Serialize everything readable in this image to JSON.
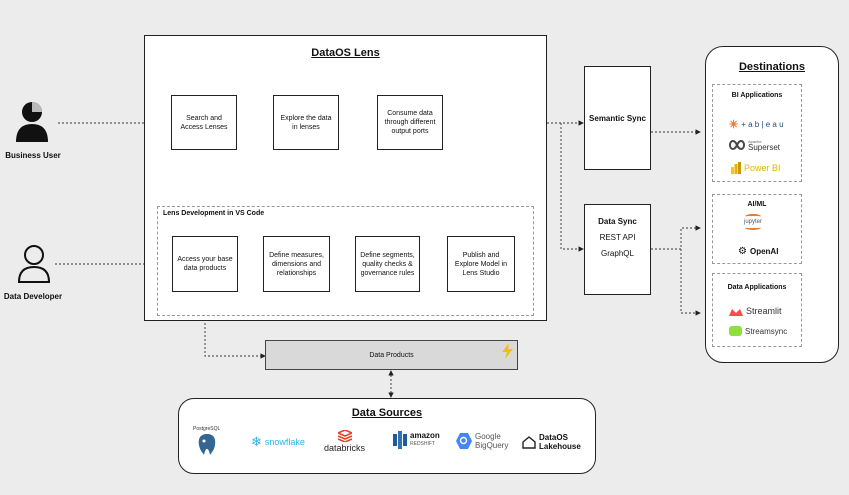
{
  "actors": {
    "business_user": "Business User",
    "data_developer": "Data Developer"
  },
  "lens": {
    "title": "DataOS Lens",
    "steps": [
      "Search and Access Lenses",
      "Explore the data in lenses",
      "Consume data through different output ports"
    ],
    "dev_title": "Lens Development in VS Code",
    "dev_steps": [
      "Access your base data products",
      "Define measures, dimensions and relationships",
      "Define segments, quality checks & governance rules",
      "Publish and Explore Model in Lens Studio"
    ]
  },
  "semantic_sync": "Semantic Sync",
  "data_sync": {
    "title": "Data Sync",
    "items": [
      "REST API",
      "GraphQL"
    ]
  },
  "data_products": "Data Products",
  "destinations": {
    "title": "Destinations",
    "groups": [
      {
        "title": "BI Applications",
        "items": [
          "+ a b | e a u",
          "Superset",
          "Power BI"
        ]
      },
      {
        "title": "AI/ML",
        "items": [
          "jupyter",
          "OpenAI"
        ]
      },
      {
        "title": "Data Applications",
        "items": [
          "Streamlit",
          "Streamsync"
        ]
      }
    ],
    "superset_prefix": "Apache"
  },
  "sources": {
    "title": "Data Sources",
    "items": [
      "PostgreSQL",
      "snowflake",
      "databricks",
      "amazon",
      "REDSHIFT",
      "Google",
      "BigQuery",
      "DataOS",
      "Lakehouse"
    ]
  },
  "colors": {
    "lightning": "#f2c200",
    "powerbi": "#f2c811",
    "snowflake": "#29b5e8",
    "databricks": "#e8412a",
    "redshift": "#205b99",
    "bigquery": "#4386fa",
    "streamlit": "#ff4b4b",
    "streamsync": "#8fe03c",
    "jupyter": "#f37726"
  }
}
